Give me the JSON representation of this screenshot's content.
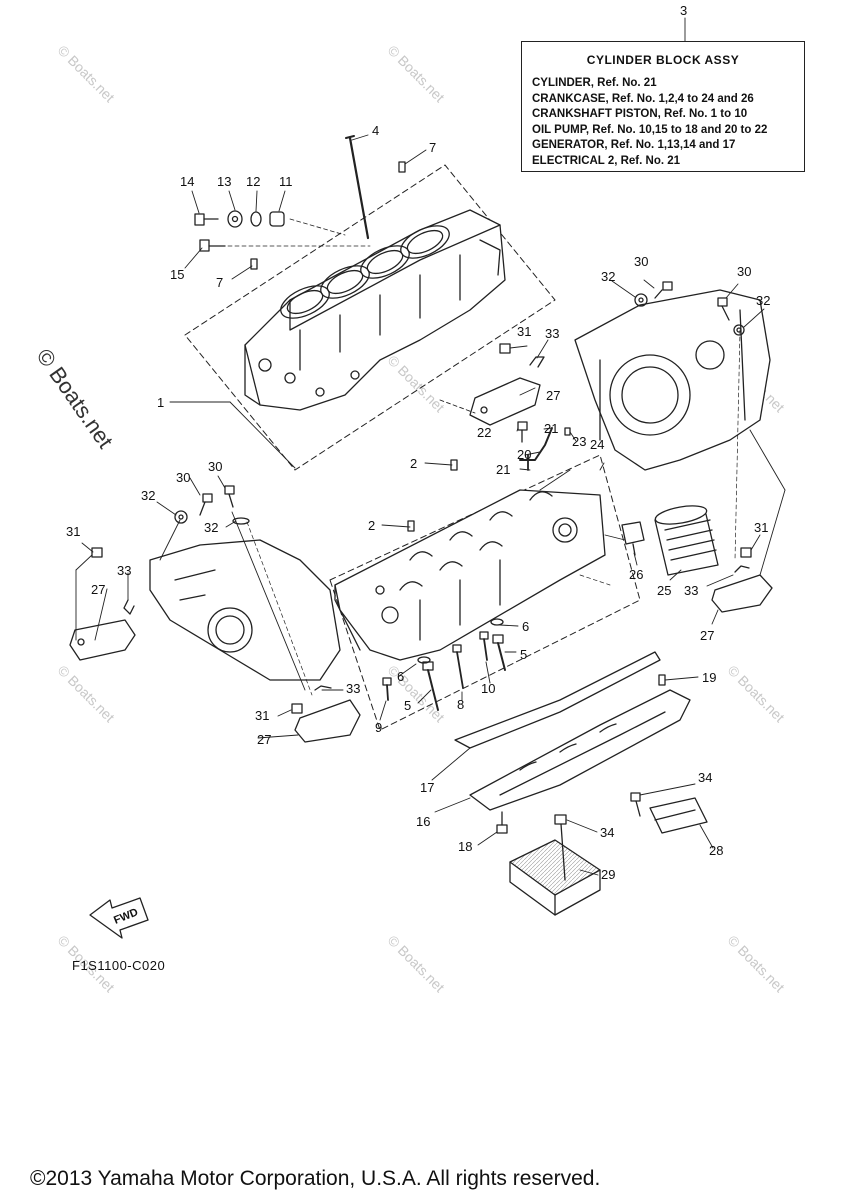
{
  "assembly": {
    "number": "3",
    "title": "CYLINDER BLOCK ASSY",
    "lines": [
      "CYLINDER,     Ref. No. 21",
      "CRANKCASE, Ref. No. 1,2,4 to 24 and 26",
      "CRANKSHAFT PISTON, Ref. No. 1 to 10",
      "OIL PUMP, Ref. No. 10,15 to 18 and 20 to 22",
      "GENERATOR,     Ref. No. 1,13,14 and 17",
      "ELECTRICAL 2, Ref. No. 21"
    ]
  },
  "callouts": [
    "1",
    "2",
    "2",
    "4",
    "5",
    "5",
    "6",
    "6",
    "7",
    "7",
    "8",
    "9",
    "10",
    "11",
    "12",
    "13",
    "14",
    "15",
    "16",
    "17",
    "18",
    "19",
    "20",
    "21",
    "21",
    "22",
    "23",
    "24",
    "25",
    "26",
    "27",
    "27",
    "27",
    "27",
    "28",
    "29",
    "30",
    "30",
    "30",
    "30",
    "31",
    "31",
    "31",
    "31",
    "32",
    "32",
    "32",
    "32",
    "33",
    "33",
    "33",
    "33",
    "34",
    "34"
  ],
  "fwd_label": "FWD",
  "diagram_code": "F1S1100-C020",
  "copyright": "©2013 Yamaha Motor Corporation, U.S.A. All rights reserved.",
  "watermark": "© Boats.net",
  "icons": [
    "fwd-arrow-icon"
  ]
}
